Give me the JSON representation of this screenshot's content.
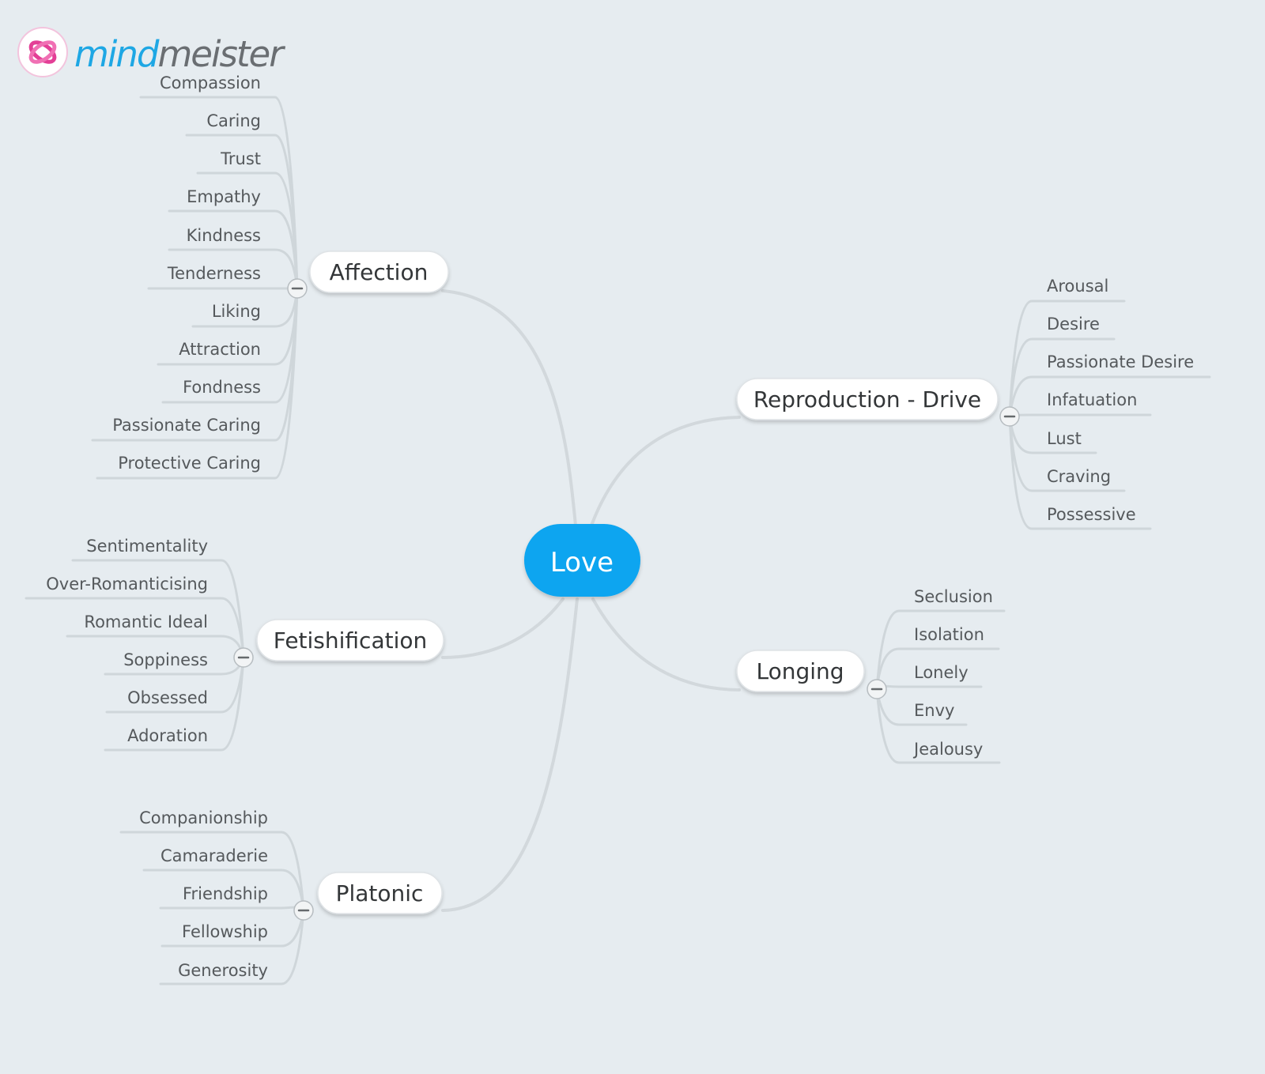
{
  "logo": {
    "part1": "mind",
    "part2": "meister",
    "color1": "#1ea7e4",
    "color2": "#6a6e72",
    "icon_color": "#e33f96"
  },
  "root": {
    "label": "Love",
    "color": "#0aa5f0"
  },
  "branches": {
    "affection": {
      "label": "Affection",
      "items": [
        "Compassion",
        "Caring",
        "Trust",
        "Empathy",
        "Kindness",
        "Tenderness",
        "Liking",
        "Attraction",
        "Fondness",
        "Passionate Caring",
        "Protective Caring"
      ]
    },
    "fetishification": {
      "label": "Fetishification",
      "items": [
        "Sentimentality",
        "Over-Romanticising",
        "Romantic Ideal",
        "Soppiness",
        "Obsessed",
        "Adoration"
      ]
    },
    "platonic": {
      "label": "Platonic",
      "items": [
        "Companionship",
        "Camaraderie",
        "Friendship",
        "Fellowship",
        "Generosity"
      ]
    },
    "reproduction": {
      "label": "Reproduction - Drive",
      "items": [
        "Arousal",
        "Desire",
        "Passionate Desire",
        "Infatuation",
        "Lust",
        "Craving",
        "Possessive"
      ]
    },
    "longing": {
      "label": "Longing",
      "items": [
        "Seclusion",
        "Isolation",
        "Lonely",
        "Envy",
        "Jealousy"
      ]
    }
  }
}
